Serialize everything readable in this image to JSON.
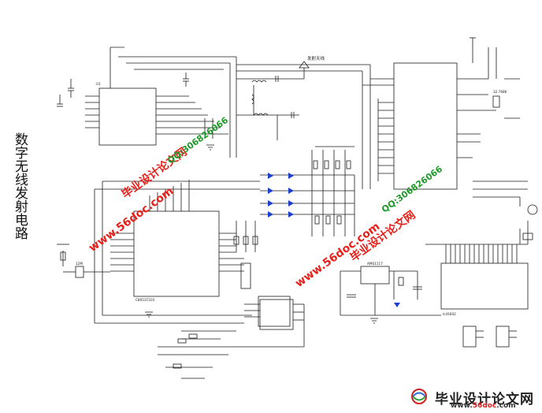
{
  "title": "数字无线发射电路",
  "antenna_label": "发射天线",
  "components": {
    "mcu_top": "U1",
    "mcu_bottom": "C8051F310",
    "lcd": "lcd1602",
    "reg": "AMS1117",
    "crystal1": "12M",
    "crystal2": "32.768K"
  },
  "watermarks": {
    "site_cn": "毕业设计论文网",
    "url": "www.56doc.com",
    "qq": "QQ:306826066"
  },
  "footer": {
    "name": "毕业设计论文网",
    "url_prefix": "www.",
    "url_mid": "56doc",
    "url_suffix": ".com"
  },
  "colors": {
    "line": "#1a1a1a",
    "watermark_red": "#e8201a",
    "watermark_green": "#1f9a2a",
    "diode_blue": "#1c3fd0"
  }
}
